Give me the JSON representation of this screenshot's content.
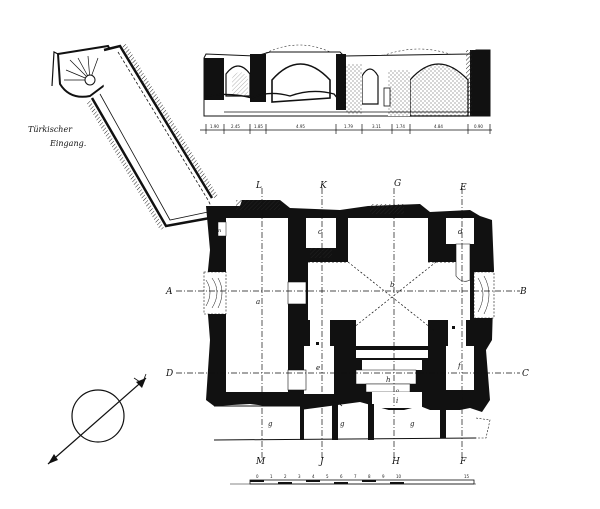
{
  "drawing": {
    "entrance_caption_line1": "Türkischer",
    "entrance_caption_line2": "Eingang.",
    "section_lines": [
      "A",
      "B",
      "C",
      "D",
      "E",
      "G",
      "K",
      "L",
      "M",
      "J",
      "H",
      "F"
    ],
    "room_letters": [
      "a",
      "b",
      "c",
      "d",
      "e",
      "f",
      "g",
      "g",
      "g",
      "h",
      "i",
      "o",
      "n"
    ],
    "section_dimensions": [
      "1.90",
      "2.45",
      "1.85",
      "4.95",
      "1.79",
      "3.11",
      "1.74",
      "4.84",
      "0.90"
    ],
    "scale_bar_numbers": [
      "0",
      "1",
      "2",
      "3",
      "4",
      "5",
      "6",
      "7",
      "8",
      "9",
      "10",
      "15"
    ],
    "colors": {
      "ink": "#111111",
      "paper": "#ffffff",
      "hatch": "#333333"
    }
  }
}
